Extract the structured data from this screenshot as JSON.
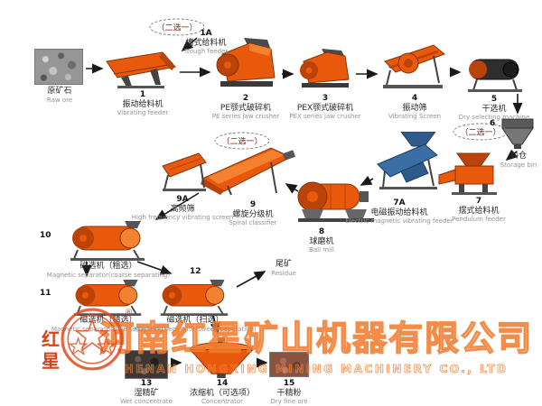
{
  "choose_one": "（二选一）",
  "watermark": {
    "logo_char1": "红",
    "logo_char2": "星",
    "reg": "®",
    "company_cn": "河南红星矿山机器有限公司",
    "company_en": "HENAN HONGXING MINING MACHINERY CO., LTD"
  },
  "nodes": {
    "raw": {
      "cn": "原矿石",
      "en": "Raw ore"
    },
    "n1": {
      "num": "1",
      "cn": "振动给料机",
      "en": "Vibrating feeder"
    },
    "n1a": {
      "num": "1A",
      "cn": "槽式给料机",
      "en": "Trough feeder"
    },
    "n2": {
      "num": "2",
      "cn": "PE颚式破碎机",
      "en": "PE series jaw crusher"
    },
    "n3": {
      "num": "3",
      "cn": "PEX颚式破碎机",
      "en": "PEX series jaw crusher"
    },
    "n4": {
      "num": "4",
      "cn": "振动筛",
      "en": "Vibrating Screen"
    },
    "n5": {
      "num": "5",
      "cn": "干选机",
      "en": "Dry selecting machine"
    },
    "n6": {
      "num": "6",
      "cn": "料仓",
      "en": "Storage bin"
    },
    "n7": {
      "num": "7",
      "cn": "摆式给料机",
      "en": "Pendulum feeder"
    },
    "n7a": {
      "num": "7A",
      "cn": "电磁振动给料机",
      "en": "Electric magnetic vibrating feeder"
    },
    "n8": {
      "num": "8",
      "cn": "球磨机",
      "en": "Ball mill"
    },
    "n9": {
      "num": "9",
      "cn": "螺旋分级机",
      "en": "Spiral classifier"
    },
    "n9a": {
      "num": "9A",
      "cn": "高频筛",
      "en": "High frequency vibrating screen"
    },
    "n10": {
      "num": "10",
      "cn": "磁选机（粗选）",
      "en": "Magnetic separator(coarse separating)"
    },
    "n11": {
      "num": "11",
      "cn": "磁选机（精选）",
      "en": "Magnetic separator(fine separating)"
    },
    "n12": {
      "num": "12",
      "cn": "磁选机（扫选）",
      "en": "Magnetic separator(sweep separating)"
    },
    "residue": {
      "cn": "尾矿",
      "en": "Residue"
    },
    "n13": {
      "num": "13",
      "cn": "湿精矿",
      "en": "Wet concentrate"
    },
    "n14": {
      "num": "14",
      "cn": "浓缩机（可选项）",
      "en": "Concentrator"
    },
    "n15": {
      "num": "15",
      "cn": "干精粉",
      "en": "Dry fine ore"
    }
  },
  "colors": {
    "machine_orange": "#e8590c",
    "machine_blue": "#3a6ea5",
    "arrow": "#1a1a1a",
    "watermark_orange": "#f07828",
    "logo_red": "#d8431c"
  }
}
